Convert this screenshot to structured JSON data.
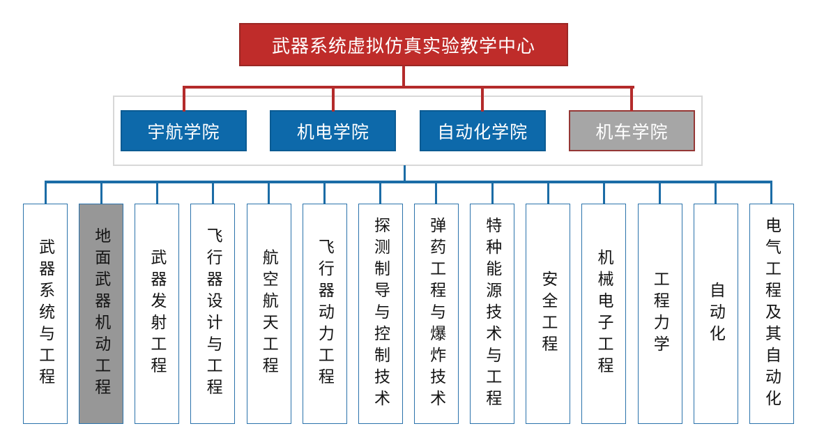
{
  "org_chart": {
    "root": {
      "label": "武器系统虚拟仿真实验教学中心"
    },
    "colleges": [
      {
        "label": "宇航学院",
        "style": "blue"
      },
      {
        "label": "机电学院",
        "style": "blue"
      },
      {
        "label": "自动化学院",
        "style": "blue"
      },
      {
        "label": "机车学院",
        "style": "gray"
      }
    ],
    "majors": [
      {
        "label": "武器系统与工程",
        "style": "white"
      },
      {
        "label": "地面武器机动工程",
        "style": "gray"
      },
      {
        "label": "武器发射工程",
        "style": "white"
      },
      {
        "label": "飞行器设计与工程",
        "style": "white"
      },
      {
        "label": "航空航天工程",
        "style": "white"
      },
      {
        "label": "飞行器动力工程",
        "style": "white"
      },
      {
        "label": "探测制导与控制技术",
        "style": "white"
      },
      {
        "label": "弹药工程与爆炸技术",
        "style": "white"
      },
      {
        "label": "特种能源技术与工程",
        "style": "white"
      },
      {
        "label": "安全工程",
        "style": "white"
      },
      {
        "label": "机械电子工程",
        "style": "white"
      },
      {
        "label": "工程力学",
        "style": "white"
      },
      {
        "label": "自动化",
        "style": "white"
      },
      {
        "label": "电气工程及其自动化",
        "style": "white"
      }
    ],
    "colors": {
      "red": "#bf2c2a",
      "red-border": "#9b2724",
      "red-line": "#b42b2b",
      "blue": "#0d69aa",
      "blue-border": "#0b5b93",
      "blue-line": "#1b6ca6",
      "box-border": "#2a72ab",
      "gray": "#a6a6a6",
      "gray2": "#979797",
      "dark-red": "#953735",
      "frame": "#d8d8d8"
    }
  }
}
